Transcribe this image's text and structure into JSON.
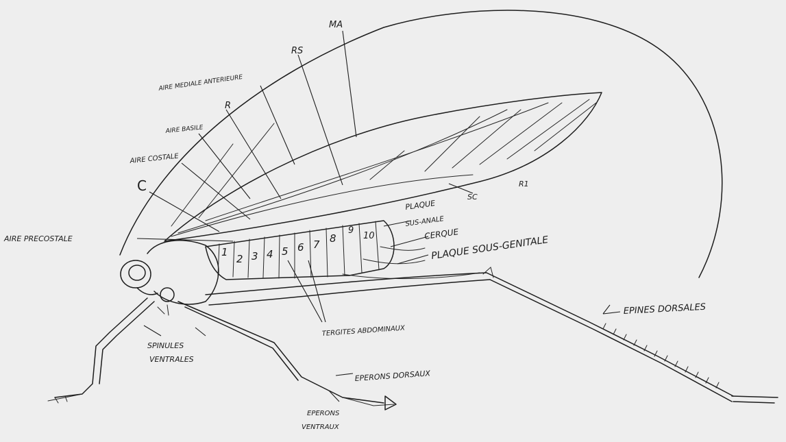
{
  "labels": {
    "ma": "MA",
    "rs": "RS",
    "aire_mediale": "AIRE MEDIALE ANTERIEURE",
    "r": "R",
    "aire_basale": "AIRE BASILE",
    "aire_costale": "AIRE COSTALE",
    "c": "C",
    "aire_precostale": "AIRE PRECOSTALE",
    "r1": "R1",
    "sc": "SC",
    "plaque": "PLAQUE",
    "sus_anale": "SUS-ANALE",
    "cerque": "CERQUE",
    "plaque_sous_genitale": "PLAQUE SOUS-GENITALE",
    "tergites": "TERGITES ABDOMINAUX",
    "epines_dorsales": "EPINES DORSALES",
    "spinules": "SPINULES",
    "ventrales": "VENTRALES",
    "eperons_dorsaux": "EPERONS DORSAUX",
    "eperons_ventraux_1": "EPERONS",
    "eperons_ventraux_2": "VENTRAUX"
  },
  "segments": [
    "1",
    "2",
    "3",
    "4",
    "5",
    "6",
    "7",
    "8",
    "9",
    "10"
  ]
}
